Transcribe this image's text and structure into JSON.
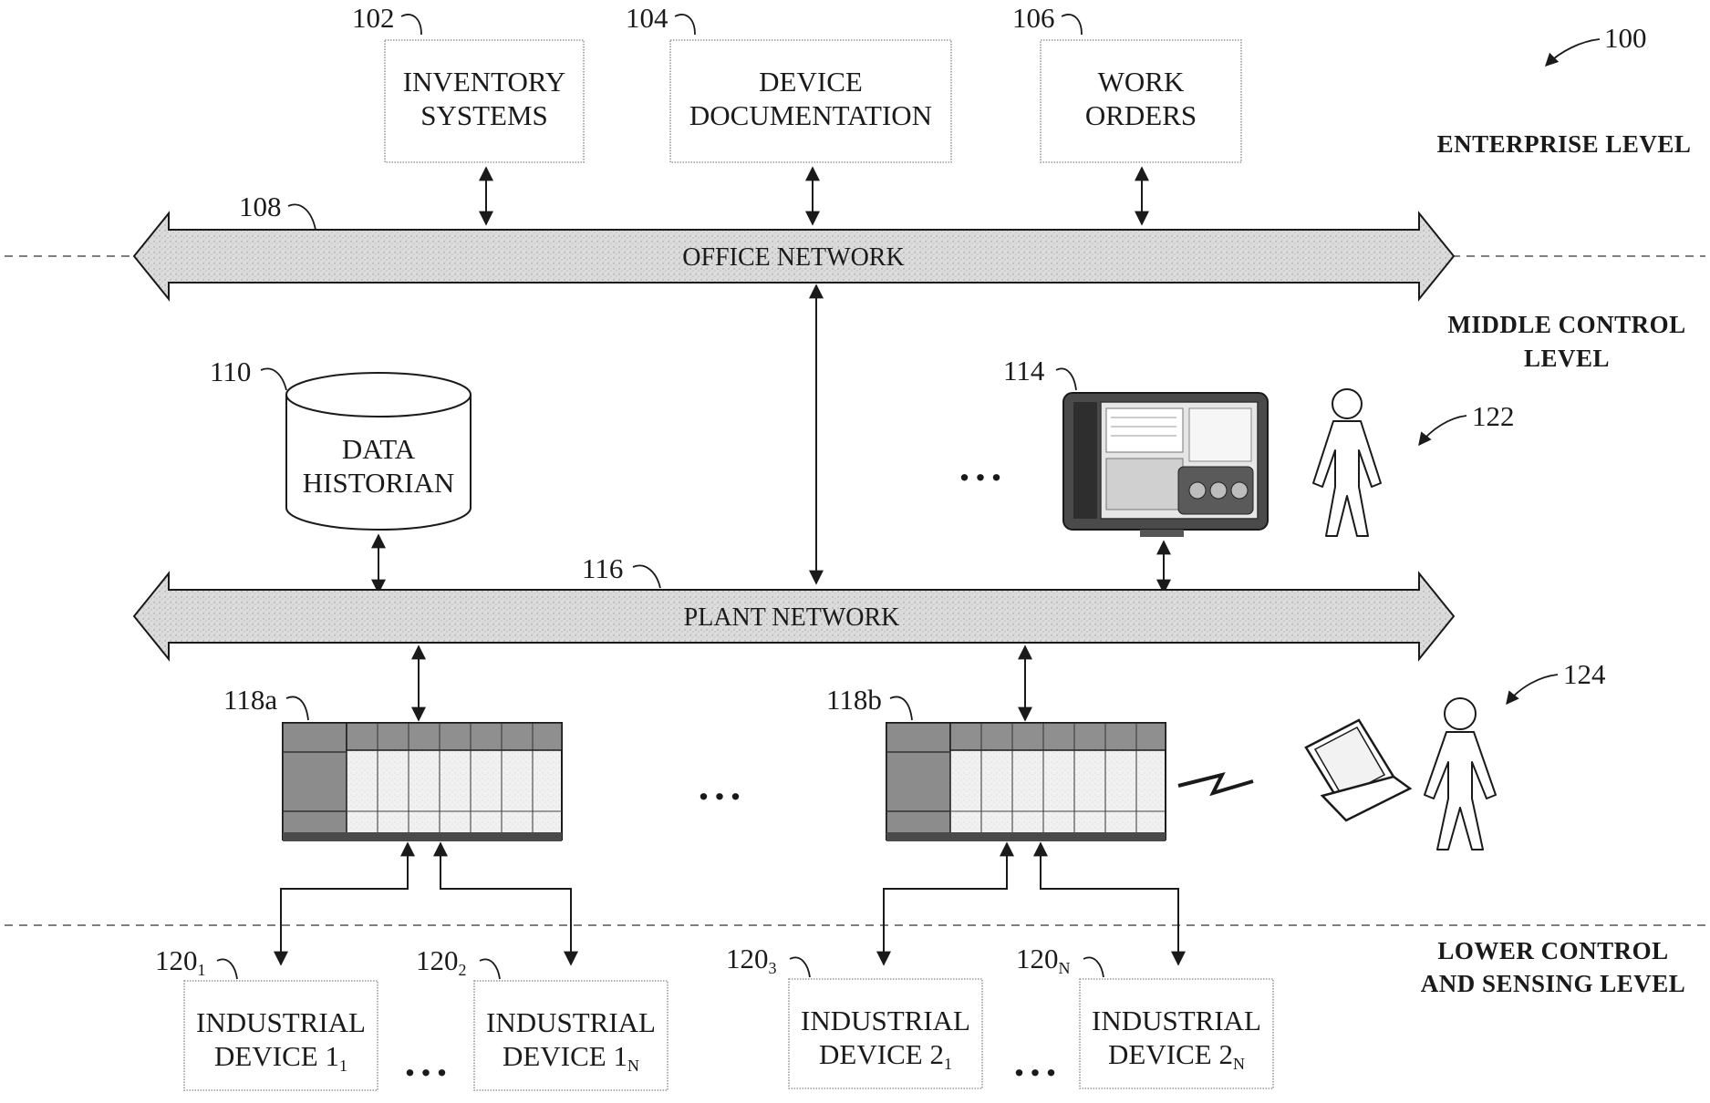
{
  "figure_ref": "100",
  "levels": {
    "enterprise": "ENTERPRISE LEVEL",
    "middle_line1": "MIDDLE CONTROL",
    "middle_line2": "LEVEL",
    "lower_line1": "LOWER CONTROL",
    "lower_line2": "AND SENSING LEVEL"
  },
  "enterprise_systems": [
    {
      "ref": "102",
      "line1": "INVENTORY",
      "line2": "SYSTEMS"
    },
    {
      "ref": "104",
      "line1": "DEVICE",
      "line2": "DOCUMENTATION"
    },
    {
      "ref": "106",
      "line1": "WORK",
      "line2": "ORDERS"
    }
  ],
  "office_network": {
    "ref": "108",
    "label": "OFFICE NETWORK"
  },
  "data_historian": {
    "ref": "110",
    "line1": "DATA",
    "line2": "HISTORIAN"
  },
  "hmi_terminal": {
    "ref": "114"
  },
  "operator": {
    "ref": "122"
  },
  "plant_network": {
    "ref": "116",
    "label": "PLANT NETWORK"
  },
  "controllers": [
    {
      "ref": "118a"
    },
    {
      "ref": "118b"
    }
  ],
  "technician": {
    "ref": "124"
  },
  "ellipsis": "...",
  "industrial_devices": [
    {
      "ref_base": "120",
      "ref_sub": "1",
      "line1": "INDUSTRIAL",
      "line2_base": "DEVICE 1",
      "line2_sub": "1"
    },
    {
      "ref_base": "120",
      "ref_sub": "2",
      "line1": "INDUSTRIAL",
      "line2_base": "DEVICE 1",
      "line2_sub": "N"
    },
    {
      "ref_base": "120",
      "ref_sub": "3",
      "line1": "INDUSTRIAL",
      "line2_base": "DEVICE 2",
      "line2_sub": "1"
    },
    {
      "ref_base": "120",
      "ref_sub": "N",
      "line1": "INDUSTRIAL",
      "line2_base": "DEVICE 2",
      "line2_sub": "N"
    }
  ]
}
